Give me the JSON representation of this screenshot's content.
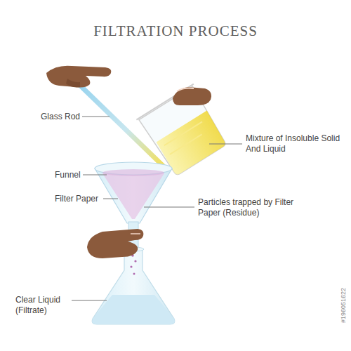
{
  "diagram": {
    "title": "FILTRATION PROCESS",
    "labels": [
      "Glass Rod",
      "Mixture of Insoluble Solid And Liquid",
      "Funnel",
      "Filter Paper",
      "Particles trapped by Filter Paper (Residue)",
      "Clear Liquid (Filtrate)",
      "#196051622"
    ]
  }
}
